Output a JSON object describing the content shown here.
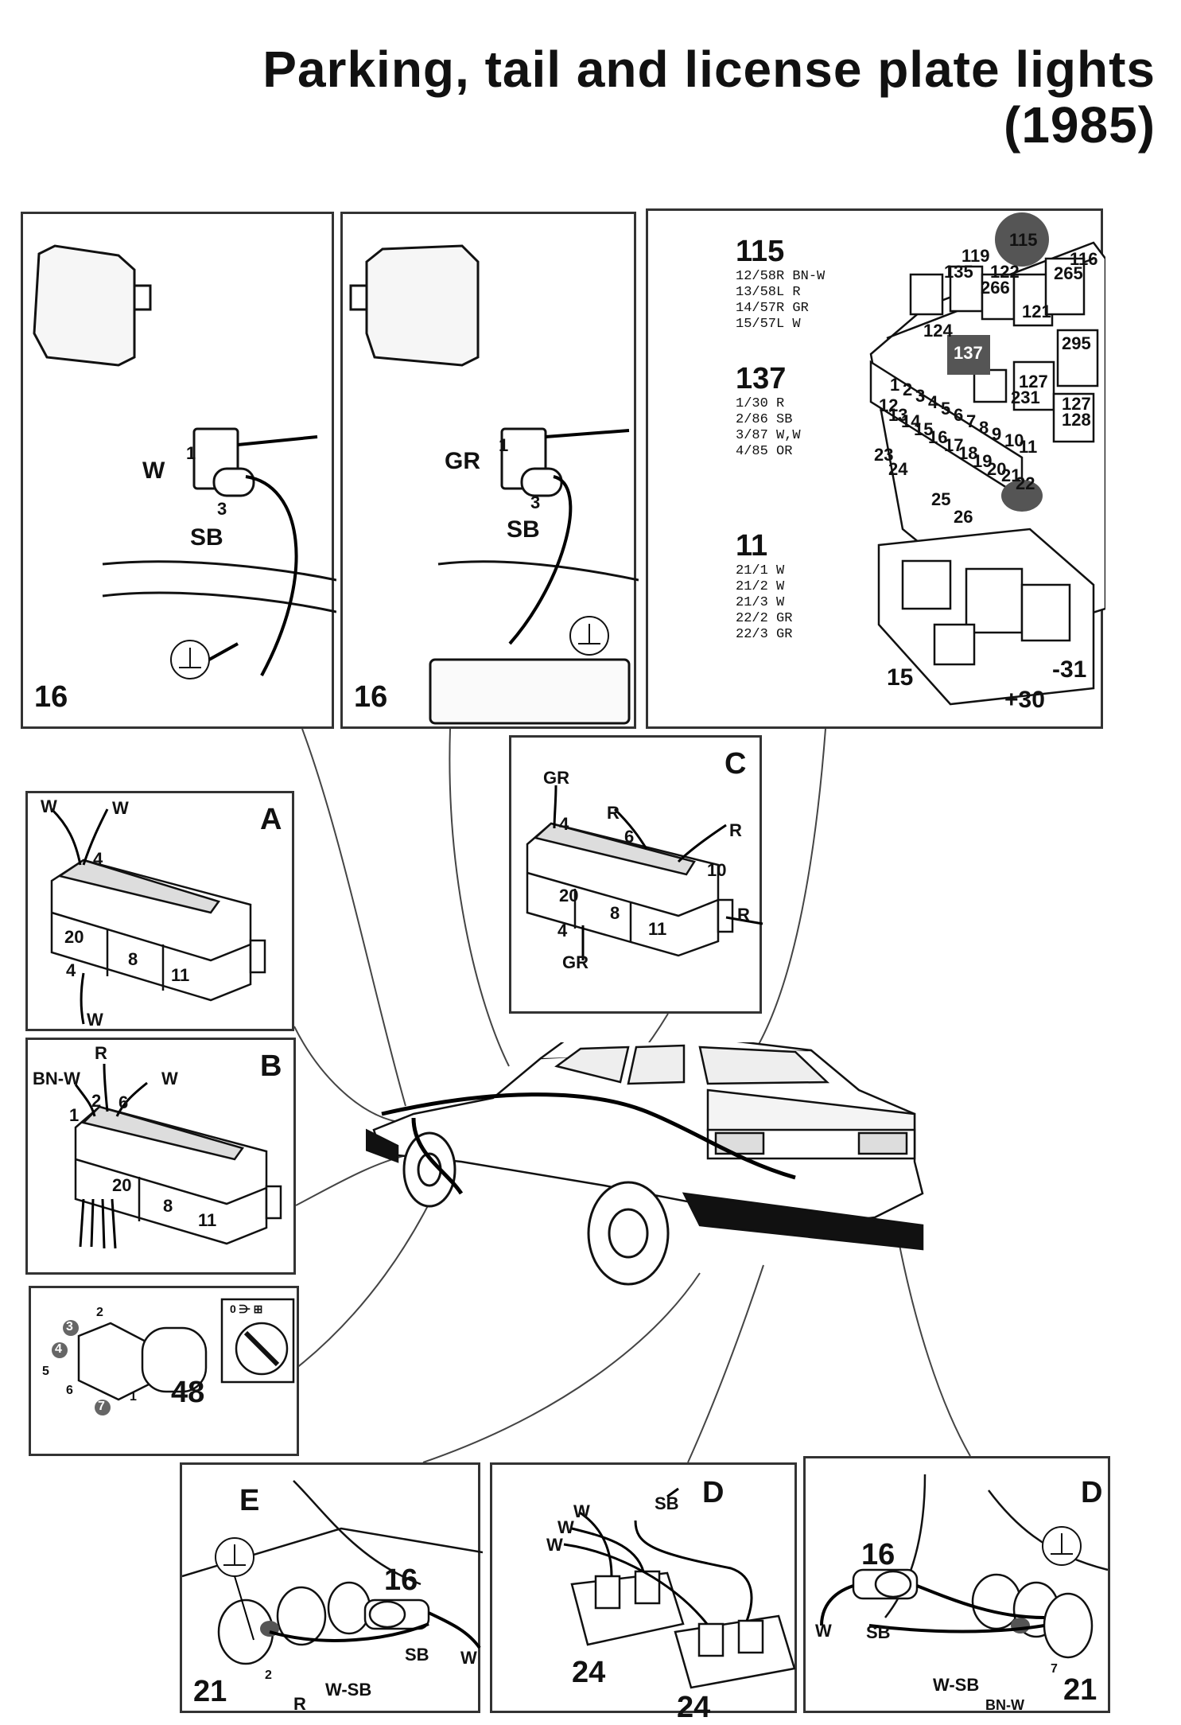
{
  "title": {
    "line1": "Parking, tail and license plate lights",
    "line2": "(1985)"
  },
  "panel_lamp_left": {
    "number": "16",
    "pin1": "1",
    "pin3": "3",
    "wire1": "W",
    "wire3": "SB"
  },
  "panel_lamp_right": {
    "number": "16",
    "pin1": "1",
    "pin3": "3",
    "wire1": "GR",
    "wire3": "SB"
  },
  "panel_relays": {
    "blocks": [
      {
        "id": "115",
        "rows": [
          "12/58R BN-W",
          "13/58L R",
          "14/57R GR",
          "15/57L W"
        ]
      },
      {
        "id": "137",
        "rows": [
          "1/30 R",
          "2/86 SB",
          "3/87 W,W",
          "4/85 OR"
        ]
      },
      {
        "id": "11",
        "rows": [
          "21/1 W",
          "21/2 W",
          "21/3 W",
          "22/2 GR",
          "22/3 GR"
        ]
      }
    ],
    "relay_labels": [
      "115",
      "119",
      "135",
      "122",
      "266",
      "116",
      "265",
      "121",
      "124",
      "137",
      "295",
      "127",
      "231",
      "127",
      "128"
    ],
    "fuse_labels": [
      "1",
      "2",
      "3",
      "4",
      "5",
      "6",
      "7",
      "8",
      "9",
      "10",
      "11",
      "12",
      "13",
      "14",
      "15",
      "16",
      "17",
      "18",
      "19",
      "20",
      "21",
      "22",
      "23",
      "24",
      "25",
      "26"
    ],
    "terminals": {
      "t15": "15",
      "t30": "+30",
      "t31": "-31"
    }
  },
  "panel_a": {
    "letter": "A",
    "wires_top": [
      "W",
      "W"
    ],
    "pin_top": "4",
    "pin_bottom": "4",
    "wire_bottom": "W",
    "sections": [
      "20",
      "8",
      "11"
    ]
  },
  "panel_b": {
    "letter": "B",
    "wires": [
      "BN-W",
      "R",
      "W"
    ],
    "pins": [
      "1",
      "2",
      "6"
    ],
    "sections": [
      "20",
      "8",
      "11"
    ]
  },
  "panel_c": {
    "letter": "C",
    "wire_gr_top": "GR",
    "pin_4_top": "4",
    "wire_r1": "R",
    "pin_6": "6",
    "wire_r2": "R",
    "pin_10": "10",
    "wire_r3": "R",
    "sections": [
      "20",
      "8",
      "11"
    ],
    "pin_4_bottom": "4",
    "wire_gr_bottom": "GR"
  },
  "panel_switch": {
    "number": "48",
    "pins": [
      "1",
      "2",
      "3",
      "4",
      "5",
      "6",
      "7"
    ],
    "symbols": "0  ⋺  ⊞"
  },
  "panel_e": {
    "letter": "E",
    "lamp": "16",
    "unit": "21",
    "pin": "2",
    "wires": [
      "R",
      "W-SB",
      "SB",
      "W"
    ]
  },
  "panel_plate": {
    "unit_a": "24",
    "unit_b": "24",
    "wires": [
      "W",
      "W",
      "W",
      "SB"
    ],
    "ground_ref": "D"
  },
  "panel_d": {
    "letter": "D",
    "lamp": "16",
    "unit": "21",
    "pin": "7",
    "wires": [
      "W",
      "SB",
      "W-SB",
      "BN-W"
    ]
  }
}
